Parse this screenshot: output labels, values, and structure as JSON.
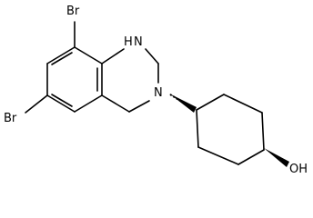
{
  "molecule": {
    "atom_labels": {
      "br_top": "Br",
      "br_left": "Br",
      "n_h": "H",
      "n_amine": "N",
      "n_ring": "N",
      "hydroxyl": "OH"
    }
  }
}
